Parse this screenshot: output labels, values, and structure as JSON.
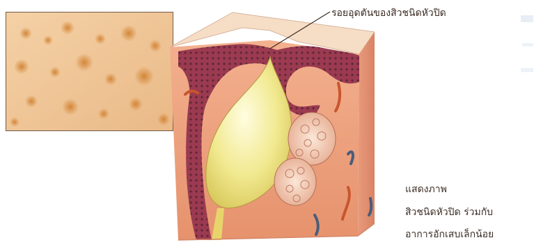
{
  "annotation": {
    "callout_label": "รอยอุดตันของสิวชนิดหัวปิด"
  },
  "caption": {
    "lines": [
      "แสดงภาพ",
      "สิวชนิดหัวปิด   ร่วมกับ",
      "อาการอักเสบเล็กน้อย"
    ]
  },
  "colors": {
    "skin_photo": "#f0c89a",
    "blemish": "#d9883a",
    "dermis": "#f2a27f",
    "epidermis": "#9c3a52",
    "sebum": "#f3ec9a",
    "outline": "#2f2b28"
  }
}
